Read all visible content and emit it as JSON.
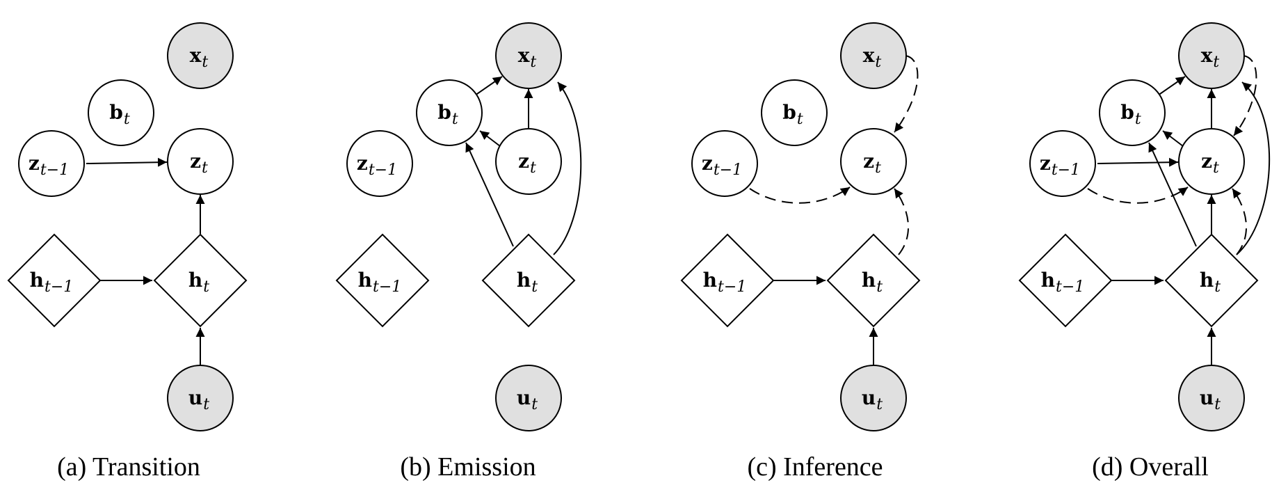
{
  "panels": [
    {
      "id": "a",
      "caption": "(a) Transition",
      "nodes": [
        {
          "id": "xt",
          "main": "x",
          "sub": "t",
          "shape": "circle",
          "observed": true
        },
        {
          "id": "bt",
          "main": "b",
          "sub": "t",
          "shape": "circle",
          "observed": false
        },
        {
          "id": "ztm1",
          "main": "z",
          "sub": "t−1",
          "shape": "circle",
          "observed": false
        },
        {
          "id": "zt",
          "main": "z",
          "sub": "t",
          "shape": "circle",
          "observed": false
        },
        {
          "id": "htm1",
          "main": "h",
          "sub": "t−1",
          "shape": "diamond",
          "observed": false
        },
        {
          "id": "ht",
          "main": "h",
          "sub": "t",
          "shape": "diamond",
          "observed": false
        },
        {
          "id": "ut",
          "main": "u",
          "sub": "t",
          "shape": "circle",
          "observed": true
        }
      ],
      "edges": [
        {
          "from": "ztm1",
          "to": "zt",
          "style": "solid"
        },
        {
          "from": "htm1",
          "to": "ht",
          "style": "solid"
        },
        {
          "from": "ht",
          "to": "zt",
          "style": "solid"
        },
        {
          "from": "ut",
          "to": "ht",
          "style": "solid"
        }
      ]
    },
    {
      "id": "b",
      "caption": "(b) Emission",
      "nodes": [
        {
          "id": "xt",
          "main": "x",
          "sub": "t",
          "shape": "circle",
          "observed": true
        },
        {
          "id": "bt",
          "main": "b",
          "sub": "t",
          "shape": "circle",
          "observed": false
        },
        {
          "id": "ztm1",
          "main": "z",
          "sub": "t−1",
          "shape": "circle",
          "observed": false
        },
        {
          "id": "zt",
          "main": "z",
          "sub": "t",
          "shape": "circle",
          "observed": false
        },
        {
          "id": "htm1",
          "main": "h",
          "sub": "t−1",
          "shape": "diamond",
          "observed": false
        },
        {
          "id": "ht",
          "main": "h",
          "sub": "t",
          "shape": "diamond",
          "observed": false
        },
        {
          "id": "ut",
          "main": "u",
          "sub": "t",
          "shape": "circle",
          "observed": true
        }
      ],
      "edges": [
        {
          "from": "bt",
          "to": "xt",
          "style": "solid"
        },
        {
          "from": "zt",
          "to": "xt",
          "style": "solid"
        },
        {
          "from": "zt",
          "to": "bt",
          "style": "solid"
        },
        {
          "from": "ht",
          "to": "bt",
          "style": "solid"
        },
        {
          "from": "ht",
          "to": "xt",
          "style": "solid"
        }
      ]
    },
    {
      "id": "c",
      "caption": "(c) Inference",
      "nodes": [
        {
          "id": "xt",
          "main": "x",
          "sub": "t",
          "shape": "circle",
          "observed": true
        },
        {
          "id": "bt",
          "main": "b",
          "sub": "t",
          "shape": "circle",
          "observed": false
        },
        {
          "id": "ztm1",
          "main": "z",
          "sub": "t−1",
          "shape": "circle",
          "observed": false
        },
        {
          "id": "zt",
          "main": "z",
          "sub": "t",
          "shape": "circle",
          "observed": false
        },
        {
          "id": "htm1",
          "main": "h",
          "sub": "t−1",
          "shape": "diamond",
          "observed": false
        },
        {
          "id": "ht",
          "main": "h",
          "sub": "t",
          "shape": "diamond",
          "observed": false
        },
        {
          "id": "ut",
          "main": "u",
          "sub": "t",
          "shape": "circle",
          "observed": true
        }
      ],
      "edges": [
        {
          "from": "xt",
          "to": "zt",
          "style": "dashed"
        },
        {
          "from": "ztm1",
          "to": "zt",
          "style": "dashed"
        },
        {
          "from": "ht",
          "to": "zt",
          "style": "dashed"
        },
        {
          "from": "htm1",
          "to": "ht",
          "style": "solid"
        },
        {
          "from": "ut",
          "to": "ht",
          "style": "solid"
        }
      ]
    },
    {
      "id": "d",
      "caption": "(d) Overall",
      "nodes": [
        {
          "id": "xt",
          "main": "x",
          "sub": "t",
          "shape": "circle",
          "observed": true
        },
        {
          "id": "bt",
          "main": "b",
          "sub": "t",
          "shape": "circle",
          "observed": false
        },
        {
          "id": "ztm1",
          "main": "z",
          "sub": "t−1",
          "shape": "circle",
          "observed": false
        },
        {
          "id": "zt",
          "main": "z",
          "sub": "t",
          "shape": "circle",
          "observed": false
        },
        {
          "id": "htm1",
          "main": "h",
          "sub": "t−1",
          "shape": "diamond",
          "observed": false
        },
        {
          "id": "ht",
          "main": "h",
          "sub": "t",
          "shape": "diamond",
          "observed": false
        },
        {
          "id": "ut",
          "main": "u",
          "sub": "t",
          "shape": "circle",
          "observed": true
        }
      ],
      "edges": [
        {
          "from": "ztm1",
          "to": "zt",
          "style": "solid"
        },
        {
          "from": "htm1",
          "to": "ht",
          "style": "solid"
        },
        {
          "from": "ht",
          "to": "zt",
          "style": "solid"
        },
        {
          "from": "ut",
          "to": "ht",
          "style": "solid"
        },
        {
          "from": "bt",
          "to": "xt",
          "style": "solid"
        },
        {
          "from": "zt",
          "to": "xt",
          "style": "solid"
        },
        {
          "from": "zt",
          "to": "bt",
          "style": "solid"
        },
        {
          "from": "ht",
          "to": "bt",
          "style": "solid"
        },
        {
          "from": "ht",
          "to": "xt",
          "style": "solid"
        },
        {
          "from": "xt",
          "to": "zt",
          "style": "dashed"
        },
        {
          "from": "ztm1",
          "to": "zt",
          "style": "dashed"
        },
        {
          "from": "ht",
          "to": "zt",
          "style": "dashed"
        }
      ]
    }
  ],
  "colors": {
    "observed_fill": "#e0e0e0",
    "latent_fill": "#ffffff",
    "stroke": "#000000"
  }
}
